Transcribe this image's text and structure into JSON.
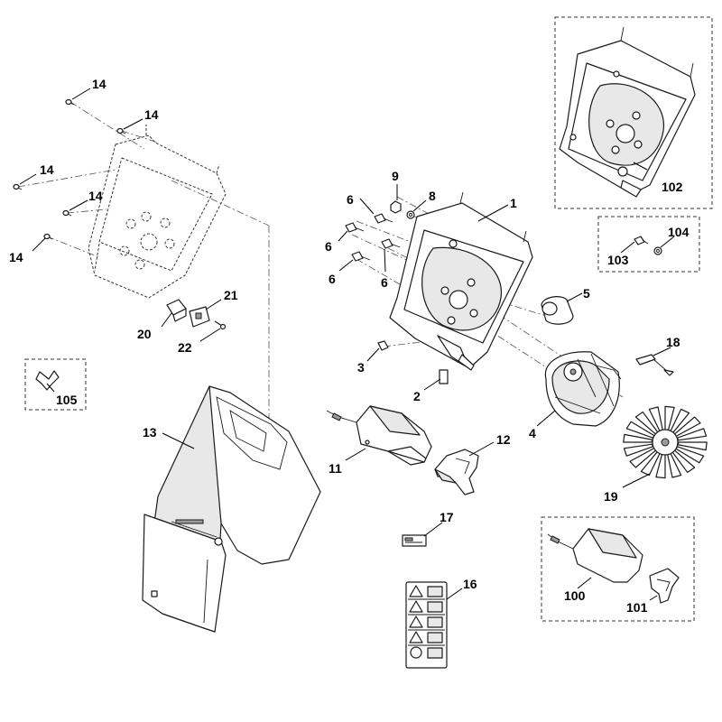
{
  "diagram": {
    "callouts": [
      {
        "id": "1",
        "text": "1"
      },
      {
        "id": "2",
        "text": "2"
      },
      {
        "id": "3",
        "text": "3"
      },
      {
        "id": "4",
        "text": "4"
      },
      {
        "id": "5",
        "text": "5"
      },
      {
        "id": "6a",
        "text": "6"
      },
      {
        "id": "6b",
        "text": "6"
      },
      {
        "id": "6c",
        "text": "6"
      },
      {
        "id": "6d",
        "text": "6"
      },
      {
        "id": "8",
        "text": "8"
      },
      {
        "id": "9",
        "text": "9"
      },
      {
        "id": "11",
        "text": "11"
      },
      {
        "id": "12",
        "text": "12"
      },
      {
        "id": "13",
        "text": "13"
      },
      {
        "id": "14a",
        "text": "14"
      },
      {
        "id": "14b",
        "text": "14"
      },
      {
        "id": "14c",
        "text": "14"
      },
      {
        "id": "14d",
        "text": "14"
      },
      {
        "id": "14e",
        "text": "14"
      },
      {
        "id": "16",
        "text": "16"
      },
      {
        "id": "17",
        "text": "17"
      },
      {
        "id": "18",
        "text": "18"
      },
      {
        "id": "19",
        "text": "19"
      },
      {
        "id": "20",
        "text": "20"
      },
      {
        "id": "21",
        "text": "21"
      },
      {
        "id": "22",
        "text": "22"
      },
      {
        "id": "100",
        "text": "100"
      },
      {
        "id": "101",
        "text": "101"
      },
      {
        "id": "102",
        "text": "102"
      },
      {
        "id": "103",
        "text": "103"
      },
      {
        "id": "104",
        "text": "104"
      },
      {
        "id": "105",
        "text": "105"
      }
    ]
  }
}
